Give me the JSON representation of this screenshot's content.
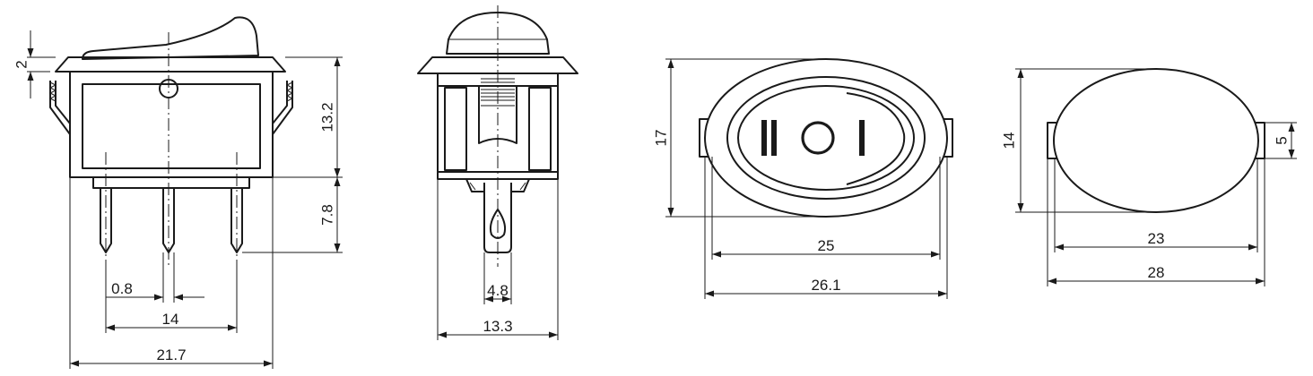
{
  "views": {
    "side": {
      "dimensions": {
        "flange_thickness": "2",
        "body_height": "13.2",
        "terminal_length": "7.8",
        "terminal_width": "0.8",
        "terminal_pitch": "14",
        "overall_width": "21.7"
      }
    },
    "end": {
      "dimensions": {
        "terminal_width": "4.8",
        "overall_width": "13.3"
      }
    },
    "top": {
      "symbols": {
        "off": "II",
        "on": "I"
      },
      "dimensions": {
        "bezel_height": "17",
        "body_width": "25",
        "bezel_width": "26.1"
      }
    },
    "cutout": {
      "dimensions": {
        "height": "14",
        "tab_height": "5",
        "width": "23",
        "outer_width": "28"
      }
    }
  }
}
